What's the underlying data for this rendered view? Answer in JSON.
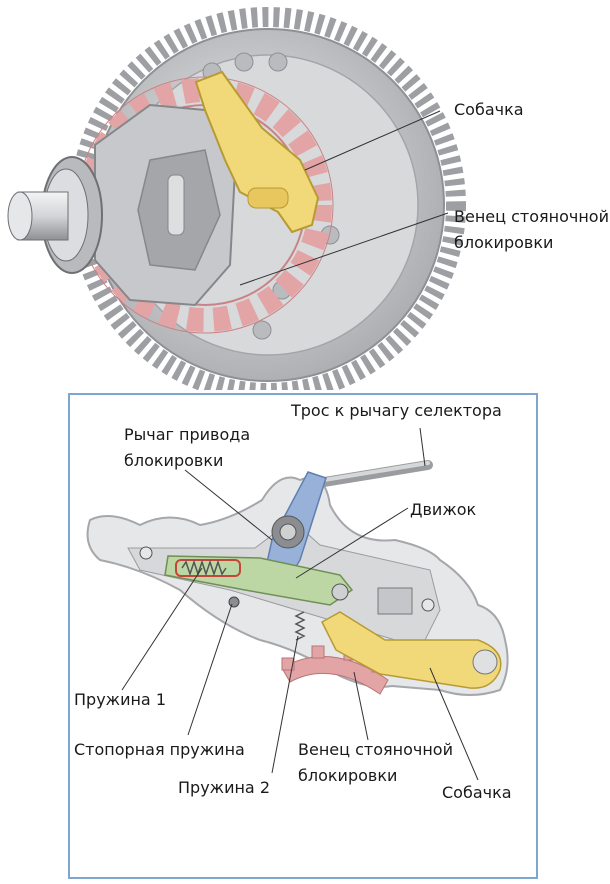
{
  "top_figure": {
    "labels": {
      "pawl": "Собачка",
      "ring_gear": "Венец стояночной\nблокировки"
    }
  },
  "bottom_figure": {
    "labels": {
      "cable": "Трос к рычагу селектора",
      "actuator_lever": "Рычаг привода\nблокировки",
      "slider": "Движок",
      "spring1": "Пружина 1",
      "detent_spring": "Стопорная пружина",
      "spring2": "Пружина 2",
      "ring_gear": "Венец  стояночной\nблокировки",
      "pawl": "Собачка"
    }
  },
  "colors": {
    "gear_gray": "#c9cacc",
    "ring_red": "#e3a4a6",
    "pawl_yellow": "#f1d97a",
    "lever_blue": "#97b1d8",
    "slider_green": "#bcd7a3",
    "frame_blue": "#7fa6cf"
  }
}
